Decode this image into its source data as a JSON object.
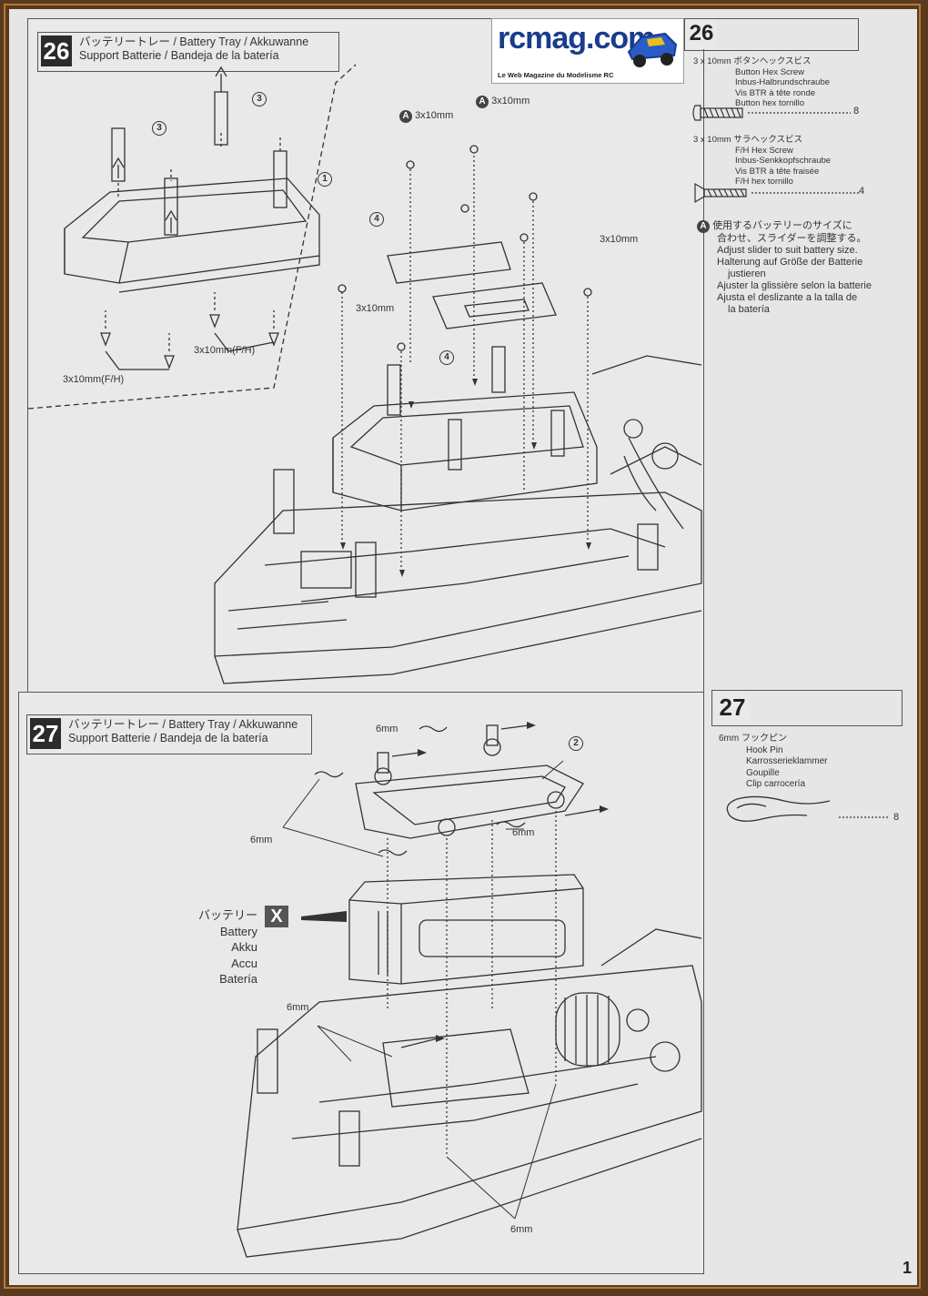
{
  "logo": {
    "name": "rcmag.com",
    "tagline": "Le Web Magazine du Modelisme RC"
  },
  "step26": {
    "number": "26",
    "title_line1": "バッテリートレー  / Battery Tray / Akkuwanne",
    "title_line2": "Support Batterie / Bandeja de la batería",
    "labels": {
      "a1": "3x10mm",
      "a2": "3x10mm",
      "s1": "3x10mm",
      "s2": "3x10mm",
      "s3": "3x10mm",
      "fh1": "3x10mm(F/H)",
      "fh2": "3x10mm(F/H)",
      "a_mark": "A"
    },
    "callouts": {
      "c1": "1",
      "c3a": "3",
      "c3b": "3",
      "c3c": "3",
      "c4a": "4",
      "c4b": "4"
    }
  },
  "step26_parts": {
    "number": "26",
    "p1_lines": [
      "3 x 10mm ボタンヘックスビス",
      "Button Hex Screw",
      "Inbus-Halbrundschraube",
      "Vis BTR à tête ronde",
      "Button hex tornillo"
    ],
    "p1_count": "8",
    "p2_lines": [
      "3 x 10mm サラヘックスビス",
      "F/H Hex Screw",
      "Inbus-Senkkopfschraube",
      "Vis BTR à tête fraisée",
      "F/H hex tornillo"
    ],
    "p2_count": "4",
    "note_mark": "A",
    "note_lines": [
      "使用するバッテリーのサイズに",
      "合わせ、スライダーを調整する。",
      "Adjust slider to suit battery size.",
      "Halterung auf Größe der Batterie",
      "justieren",
      "Ajuster la glissière selon la batterie",
      "Ajusta el deslizante a la talla de",
      "la batería"
    ]
  },
  "step27": {
    "number": "27",
    "title_line1": "バッテリートレー / Battery Tray / Akkuwanne",
    "title_line2": "Support Batterie / Bandeja de la batería",
    "labels": {
      "h1": "6mm",
      "h2": "6mm",
      "h3": "6mm",
      "h4": "6mm",
      "h5": "6mm"
    },
    "callouts": {
      "c2": "2"
    },
    "battery": {
      "mark": "X",
      "lines": [
        "バッテリー",
        "Battery",
        "Akku",
        "Accu",
        "Batería"
      ]
    }
  },
  "step27_parts": {
    "number": "27",
    "lines": [
      "6mm フックピン",
      "Hook Pin",
      "Karrosserieklammer",
      "Goupille",
      "Clip carrocería"
    ],
    "count": "8"
  },
  "page_number": "1"
}
